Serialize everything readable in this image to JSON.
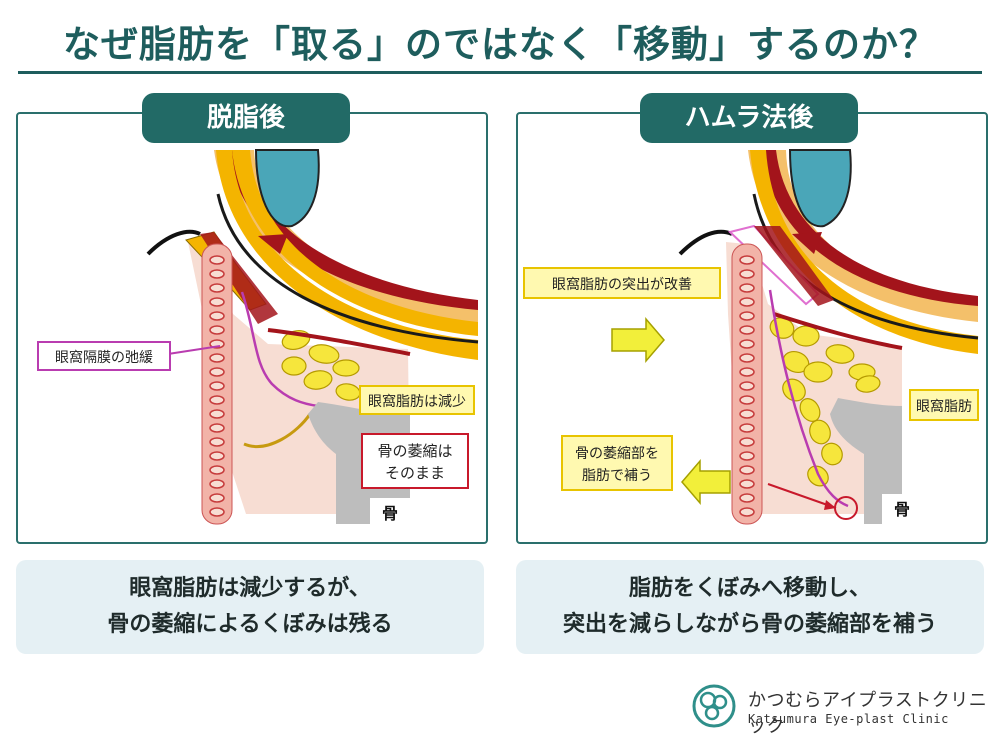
{
  "title": "なぜ脂肪を「取る」のではなく「移動」するのか？",
  "left": {
    "tab": "脱脂後",
    "label_septum": "眼窩隔膜の弛緩",
    "label_fat": "眼窩脂肪は減少",
    "label_bone_1": "骨の萎縮は",
    "label_bone_2": "そのまま",
    "bone": "骨",
    "caption_1": "眼窩脂肪は減少するが、",
    "caption_2": "骨の萎縮によるくぼみは残る"
  },
  "right": {
    "tab": "ハムラ法後",
    "label_improve": "眼窩脂肪の突出が改善",
    "label_fat": "眼窩脂肪",
    "label_fill_1": "骨の萎縮部を",
    "label_fill_2": "脂肪で補う",
    "bone": "骨",
    "caption_1": "脂肪をくぼみへ移動し、",
    "caption_2": "突出を減らしながら骨の萎縮部を補う"
  },
  "clinic": {
    "name_jp": "かつむらアイプラストクリニック",
    "name_en": "Katsumura Eye-plast Clinic"
  },
  "colors": {
    "accent": "#226a66",
    "eye_blue": "#4aa6b8",
    "yellow_band": "#f4b400",
    "dark_red": "#a3141b",
    "skin": "#f7ddd3",
    "fat": "#f6e63c",
    "bone": "#bdbdbd",
    "label_yellow_bg": "#fff9b0",
    "label_yellow_border": "#e8c400",
    "septum_purple": "#b93cb0",
    "arrow_yellow": "#f2ef3a",
    "caption_bg": "#e5f0f4"
  },
  "icons": [
    "arrow-right-icon",
    "arrow-left-icon",
    "clinic-logo-icon"
  ]
}
